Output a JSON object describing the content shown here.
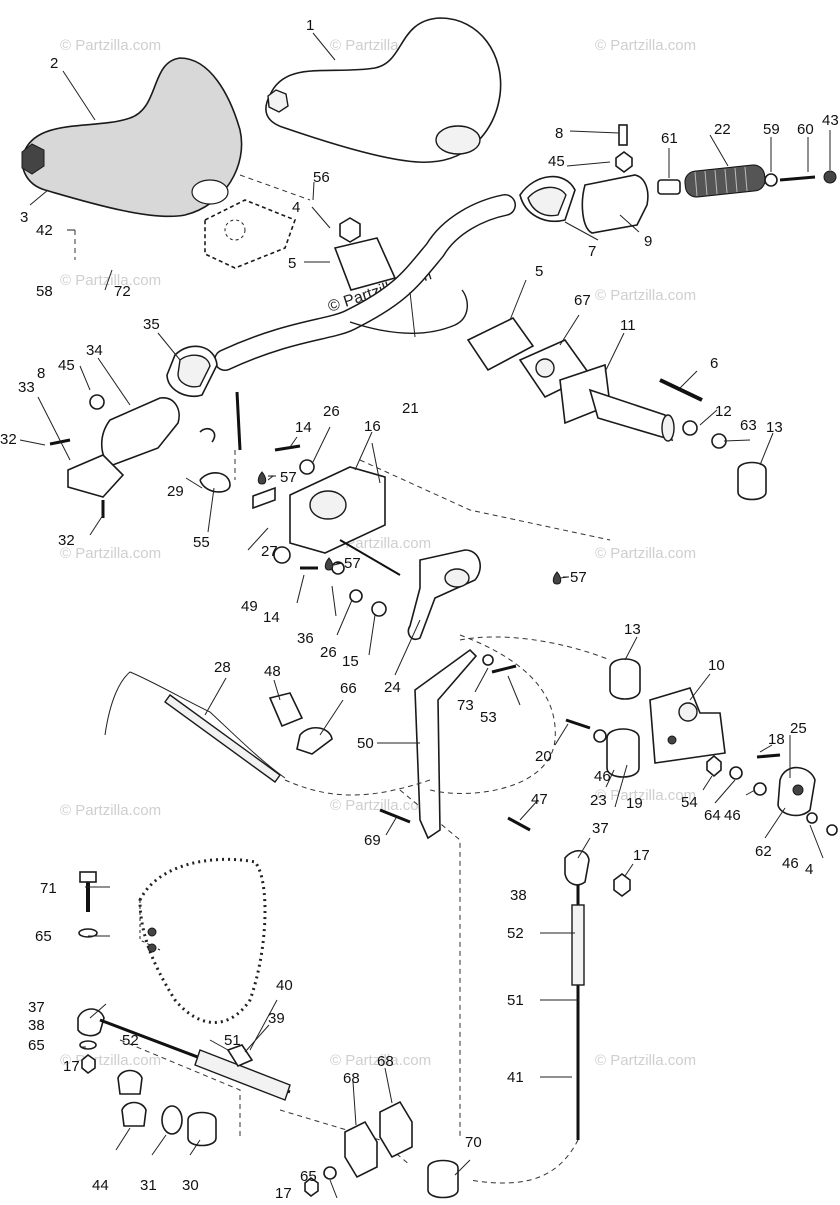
{
  "watermark": {
    "text": "© Partzilla.com",
    "center_text": "© Partzilla.com"
  },
  "callouts": [
    "1",
    "2",
    "3",
    "4",
    "5",
    "5",
    "6",
    "7",
    "8",
    "8",
    "9",
    "10",
    "11",
    "12",
    "13",
    "13",
    "14",
    "14",
    "15",
    "16",
    "17",
    "17",
    "17",
    "18",
    "19",
    "20",
    "21",
    "22",
    "23",
    "24",
    "25",
    "26",
    "26",
    "27",
    "28",
    "29",
    "30",
    "31",
    "32",
    "32",
    "33",
    "34",
    "35",
    "36",
    "37",
    "37",
    "38",
    "38",
    "39",
    "40",
    "41",
    "42",
    "43",
    "44",
    "45",
    "45",
    "46",
    "46",
    "46",
    "47",
    "48",
    "49",
    "50",
    "51",
    "51",
    "52",
    "52",
    "53",
    "54",
    "55",
    "56",
    "57",
    "57",
    "57",
    "58",
    "59",
    "60",
    "61",
    "62",
    "63",
    "64",
    "65",
    "65",
    "65",
    "66",
    "67",
    "68",
    "68",
    "69",
    "70",
    "71",
    "72",
    "73",
    "4"
  ],
  "colors": {
    "line": "#1a1a1a",
    "watermark": "#cfcfcf",
    "background": "#ffffff"
  }
}
